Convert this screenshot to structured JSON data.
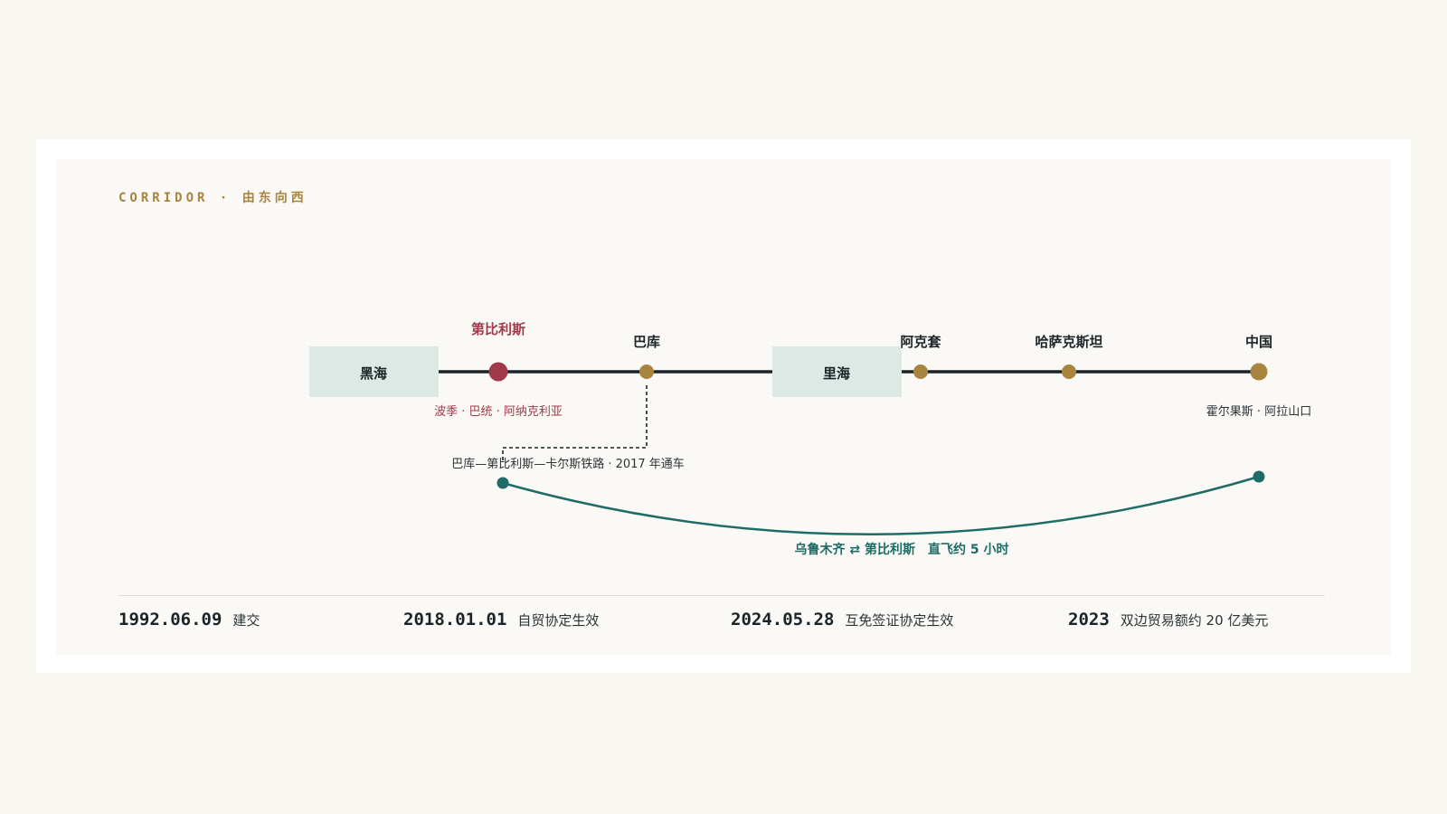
{
  "eyebrow": "CORRIDOR · 由东向西",
  "seas": {
    "black_sea": "黑海",
    "caspian_sea": "里海"
  },
  "stations": {
    "tbilisi": {
      "name": "第比利斯",
      "subtitle": "波季 · 巴统 · 阿纳克利亚"
    },
    "baku": {
      "name": "巴库"
    },
    "aktau": {
      "name": "阿克套"
    },
    "kazakhstan": {
      "name": "哈萨克斯坦"
    },
    "china": {
      "name": "中国",
      "subtitle": "霍尔果斯 · 阿拉山口"
    }
  },
  "railway_note": "巴库—第比利斯—卡尔斯铁路 · 2017 年通车",
  "flight": {
    "route": "乌鲁木齐 ⇄ 第比利斯",
    "duration": "直飞约 5 小时"
  },
  "milestones": [
    {
      "date": "1992.06.09",
      "desc": "建交"
    },
    {
      "date": "2018.01.01",
      "desc": "自贸协定生效"
    },
    {
      "date": "2024.05.28",
      "desc": "互免签证协定生效"
    },
    {
      "date": "2023",
      "desc": "双边贸易额约 20 亿美元"
    }
  ],
  "colors": {
    "accent_gold": "#a8843e",
    "tbilisi_red": "#a03a4a",
    "teal": "#1f6b66",
    "line_dark": "#1a2428",
    "sea_fill": "#dde9e5"
  }
}
